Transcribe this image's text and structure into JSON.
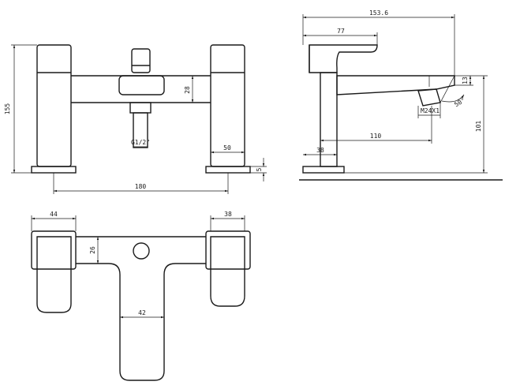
{
  "front_view": {
    "dim_height": "155",
    "dim_center": "180",
    "dim_spout_drop": "28",
    "dim_base_width": "50",
    "dim_base_height": "5",
    "dim_thread": "G1/2\""
  },
  "side_view": {
    "dim_total_reach": "153.6",
    "dim_handle_reach": "77",
    "dim_spout_reach": "110",
    "dim_body_width": "38",
    "dim_spout_height": "101",
    "dim_outlet_height": "13",
    "dim_angle": "50°",
    "dim_outlet_thread": "M24X1"
  },
  "top_view": {
    "dim_left_width": "44",
    "dim_right_width": "38",
    "dim_body_depth": "26",
    "dim_spout_width": "42"
  }
}
